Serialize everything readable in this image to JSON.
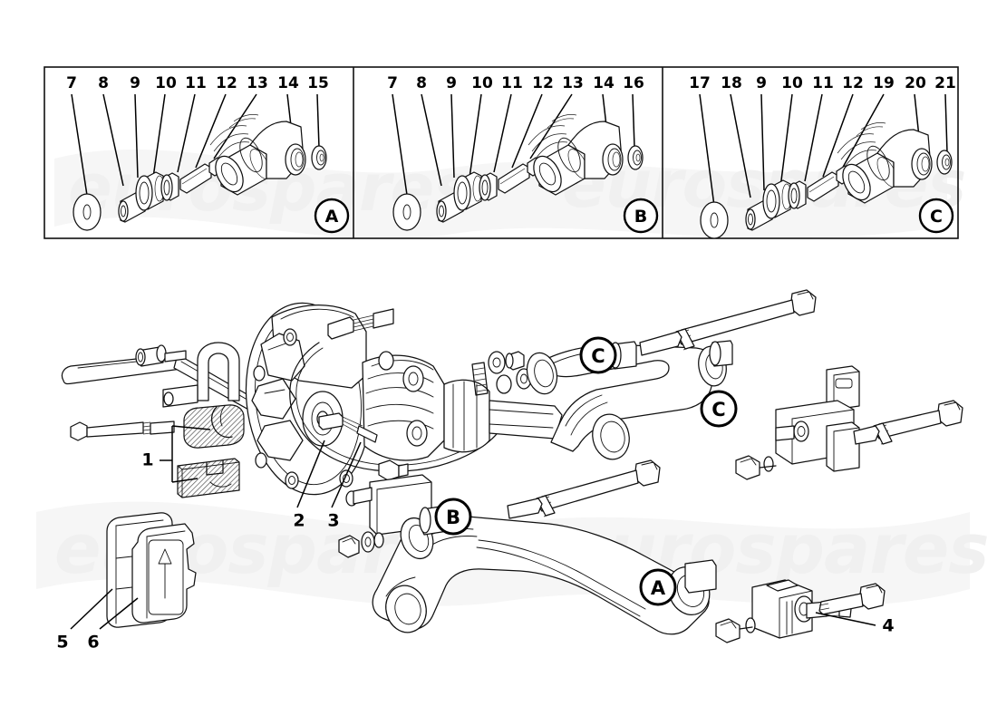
{
  "document": {
    "kind": "exploded-parts-diagram",
    "subject": "Front suspension, brake and control-arm assembly",
    "watermark": "eurospares",
    "watermark_color": "#f0f0f0",
    "background_color": "#ffffff",
    "ink_color": "#111111"
  },
  "detail_panels": {
    "count": 3,
    "panels": [
      {
        "id": "A",
        "letter": "A",
        "labels": [
          "7",
          "8",
          "9",
          "10",
          "11",
          "12",
          "13",
          "14",
          "15"
        ],
        "description": "Bushing / pivot pin exploded detail A"
      },
      {
        "id": "B",
        "letter": "B",
        "labels": [
          "7",
          "8",
          "9",
          "10",
          "11",
          "12",
          "13",
          "14",
          "16"
        ],
        "description": "Bushing / pivot pin exploded detail B"
      },
      {
        "id": "C",
        "letter": "C",
        "labels": [
          "17",
          "18",
          "9",
          "10",
          "11",
          "12",
          "19",
          "20",
          "21"
        ],
        "description": "Bushing / pivot pin exploded detail C"
      }
    ]
  },
  "main_view": {
    "part_numbers": [
      "1",
      "2",
      "3",
      "4",
      "5",
      "6"
    ],
    "labels": [
      {
        "number": "1",
        "target": "anti-roll-bar-bushing-halves"
      },
      {
        "number": "2",
        "target": "brake-bleed-screw"
      },
      {
        "number": "3",
        "target": "brake-hose-union"
      },
      {
        "number": "4",
        "target": "stabiliser-link-mount"
      },
      {
        "number": "5",
        "target": "brake-pad-inner"
      },
      {
        "number": "6",
        "target": "brake-pad-outer"
      }
    ],
    "callouts": [
      {
        "letter": "C",
        "target": "upper-arm-front-bush"
      },
      {
        "letter": "C",
        "target": "upper-arm-rear-bush"
      },
      {
        "letter": "B",
        "target": "lower-arm-inner-bush"
      },
      {
        "letter": "A",
        "target": "lower-arm-outer-bush"
      }
    ],
    "components": [
      "anti-roll-bar",
      "brake-disc-and-caliper-assembly",
      "hub-carrier",
      "drive-shaft",
      "upper-control-arm",
      "lower-control-arm",
      "brake-pads",
      "mounting-bracket",
      "bolts-and-nuts"
    ]
  }
}
